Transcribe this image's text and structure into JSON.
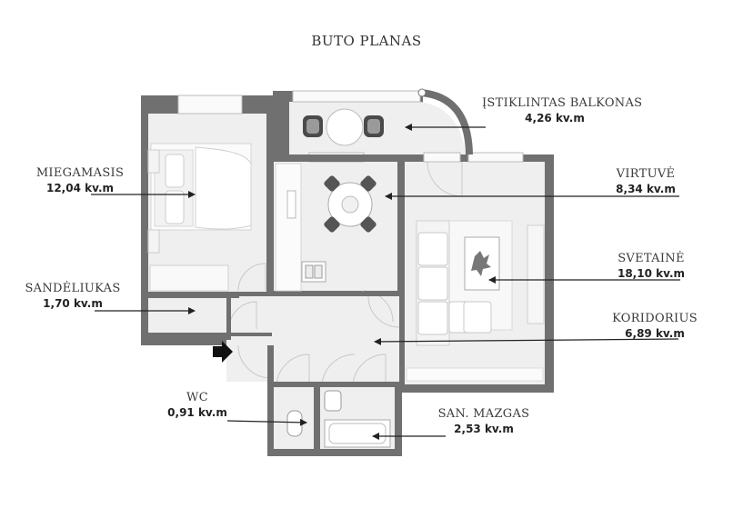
{
  "title": "BUTO PLANAS",
  "rooms": {
    "balkonas": {
      "name": "ĮSTIKLINTAS BALKONAS",
      "area": "4,26 kv.m"
    },
    "miegamasis": {
      "name": "MIEGAMASIS",
      "area": "12,04 kv.m"
    },
    "virtuve": {
      "name": "VIRTUVĖ",
      "area": "8,34 kv.m"
    },
    "svetaine": {
      "name": "SVETAINĖ",
      "area": "18,10 kv.m"
    },
    "sandeliukas": {
      "name": "SANDĖLIUKAS",
      "area": "1,70 kv.m"
    },
    "koridorius": {
      "name": "KORIDORIUS",
      "area": "6,89 kv.m"
    },
    "wc": {
      "name": "WC",
      "area": "0,91 kv.m"
    },
    "san_mazgas": {
      "name": "SAN. MAZGAS",
      "area": "2,53 kv.m"
    }
  },
  "colors": {
    "wall": "#6e6e6e",
    "floor": "#efefef",
    "furniture": "#ffffff",
    "line": "#222222"
  }
}
